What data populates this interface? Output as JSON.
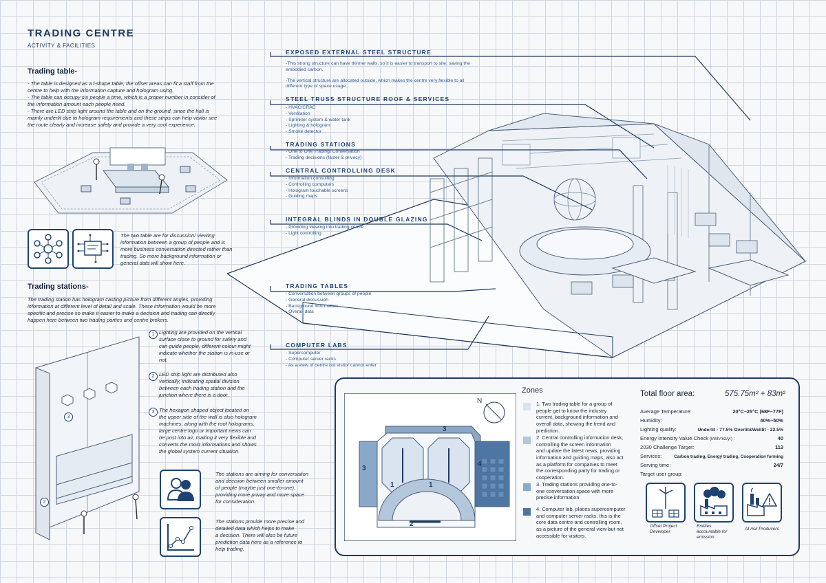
{
  "header": {
    "title": "TRADING CENTRE",
    "subtitle": "ACTIVITY & FACILITIES"
  },
  "trading_table": {
    "heading": "Trading table-",
    "lines": [
      "-  The table is designed as a l-shape table, the offset areas can fit a staff from the",
      "centre to help with the information capture and hologram using.",
      "-  The table can occupy six people a time, which is a proper number in consider of",
      "the information amount each people need.",
      "-  There are LED strip light around the table and on the ground, since the hall is",
      "mainly underlit due to hologram requirements and these strips can help visitor see",
      "the route clearly and increase safety and provide a very cool experience."
    ],
    "icon_note_lines": [
      "The two table are for discussion/ viewing",
      "information between a group of people and is",
      "more business conversation directed rather than",
      "trading. So more background information or",
      "general data will show here."
    ]
  },
  "trading_stations": {
    "heading": "Trading stations-",
    "lines": [
      "The trading station has hologram casting picture from different angles, providing",
      "information at different level of detail and scale. These information would be more",
      "specific and precise so make it easier to make a decision and trading can directly",
      "happen here between two trading parties and centre brokers."
    ],
    "points": [
      {
        "n": "1",
        "lines": [
          "Lighting are provided on the vertical",
          "surface close to ground for safety and",
          "can guide people, different colour might",
          "indicate whether the station is in-use or",
          "not."
        ]
      },
      {
        "n": "2",
        "lines": [
          "LED strip light are distributed also",
          "vertically, indicating spatial division",
          "between each trading station and the",
          "junction where there is a door."
        ]
      },
      {
        "n": "3",
        "lines": [
          "The hexagon shaped object located on",
          "the upper side of the wall is also hologram",
          "machines, along with the roof holograms,",
          "large centre logo or important news can",
          "be post into air, making it very flexible and",
          "converts the most informations and shows",
          "the global system current situation."
        ]
      }
    ],
    "note_people_lines": [
      "The stations are aiming for conversation",
      "and decision between smaller amount",
      "of people (maybe just one-to-one),",
      "providing more privay and more space",
      "for consideration."
    ],
    "note_chart_lines": [
      "The stations provide more precise and",
      "detailed data which helps to make",
      "a decision. There will also be future",
      "prediction data here as a reference to",
      "help trading."
    ]
  },
  "callouts": [
    {
      "label": "EXPOSED EXTERNAL STEEL STRUCTURE",
      "lines": [
        "-This strong structure can have thinner walls, so it is easier to transport to site, saving the",
        "embodied carbon.",
        "",
        "-The vertical structure are allocated outside, which makes the centre very flexible to all",
        "different type of space usage."
      ]
    },
    {
      "label": "STEEL TRUSS STRUCTURE ROOF & SERVICES",
      "lines": [
        "-  HVAC/CRAC",
        "-  Ventilation",
        "-  Sprinkler system & water tank",
        "-  Lighting & hologram",
        "-  Smoke detector"
      ]
    },
    {
      "label": "TRADING STATIONS",
      "lines": [
        "-  One to One Trading/ Conversation",
        "-  Trading decisions (faster & privacy)"
      ]
    },
    {
      "label": "CENTRAL CONTROLLING DESK",
      "lines": [
        "-  Information consulting",
        "-  Controlling computers",
        "-  Hologram touchable screens",
        "-  Guiding maps"
      ]
    },
    {
      "label": "INTEGRAL BLINDS IN DOUBLE GLAZING",
      "lines": [
        "-  Providing viewing into trading centre",
        "-  Light controlling"
      ]
    },
    {
      "label": "TRADING TABLES",
      "lines": [
        "-  Conversation between groups of people",
        "-  General discussion",
        "-  Background information",
        "-  Overall data"
      ]
    },
    {
      "label": "COMPUTER LABS",
      "lines": [
        "-  Supercomputer",
        "-  Computer server racks",
        "-  As a view of centre but visitor cannot enter"
      ]
    }
  ],
  "plan": {
    "north": "N",
    "labels": [
      "3",
      "1",
      "1",
      "4",
      "3",
      "2"
    ]
  },
  "zones": {
    "heading": "Zones",
    "items": [
      {
        "color": "#d9e4f0",
        "lines": [
          "1. Two trading table for a group of",
          "people get to know the industry",
          "current, background information and",
          "overall data, showing the trend and",
          "prediction."
        ]
      },
      {
        "color": "#b3c6dc",
        "lines": [
          "2. Central controlling information desk,",
          "controlling the screen information",
          "and update the latest news, providing",
          "information and guiding maps, also act",
          "as a platform for companies to meet",
          "the corresponding  party for trading or",
          "cooperation."
        ]
      },
      {
        "color": "#8aa8c8",
        "lines": [
          "3. Trading stations providing one-to-",
          "one conversation space with more",
          "precise information"
        ]
      },
      {
        "color": "#4f76a3",
        "lines": [
          "4. Computer lab, places supercomputer",
          "and computer server racks, this is the",
          "core data centre and controlling room,",
          "as a picture of the general view but not",
          "accessible for visitors."
        ]
      }
    ]
  },
  "stats": {
    "floor_area_label": "Total floor area:",
    "floor_area_value": "575.75m² + 83m²",
    "rows": [
      {
        "label": "Average Temperature:",
        "value": "20°C–25°C (68F–77F)"
      },
      {
        "label": "Humidity:",
        "value": "40%–50%"
      },
      {
        "label": "Lighting quality:",
        "value": "Underlit - 77.5% Overlit&Welllit - 22.5%"
      },
      {
        "label": "Energy Intensity Value Check",
        "unit": "(kWh/m2/yr) :",
        "value": "40"
      },
      {
        "label": "2030 Challenge Target:",
        "value": "113"
      },
      {
        "label": "Services:",
        "value": "Carbon trading, Energy trading, Cooperation forming"
      },
      {
        "label": "Serving time:",
        "value": "24/7"
      },
      {
        "label": "Target user group:",
        "value": ""
      }
    ],
    "users": [
      {
        "icon": "wind-solar-icon",
        "lines": [
          "Offset Project",
          "Developer"
        ]
      },
      {
        "icon": "factory-emission-icon",
        "lines": [
          "Entities",
          "accountable for",
          "emission"
        ]
      },
      {
        "icon": "factory-warning-icon",
        "lines": [
          "At-risk Producers"
        ]
      }
    ]
  },
  "colors": {
    "accent": "#1e4373",
    "line": "#1e3a5f",
    "grid": "#cfd6df"
  }
}
